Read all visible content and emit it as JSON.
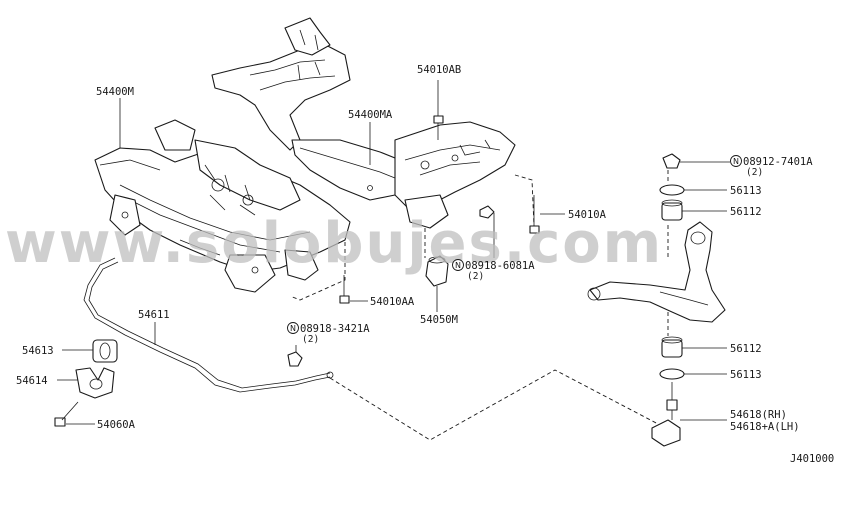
{
  "watermark": "www.solobujes.com",
  "drawing_code": "J401000",
  "nut_symbol": "N",
  "labels": {
    "p54400M": "54400M",
    "p54400MA": "54400MA",
    "p54010AB": "54010AB",
    "p54010A": "54010A",
    "p54010AA": "54010AA",
    "p54050M": "54050M",
    "n08918_6081A": "08918-6081A",
    "n08918_6081A_qty": "(2)",
    "p54611": "54611",
    "p54613": "54613",
    "p54614": "54614",
    "p54060A": "54060A",
    "n08918_3421A": "08918-3421A",
    "n08918_3421A_qty": "(2)",
    "n08912_7401A": "08912-7401A",
    "n08912_7401A_qty": "(2)",
    "p56113_top": "56113",
    "p56112_top": "56112",
    "p56112_bot": "56112",
    "p56113_bot": "56113",
    "p54618_rh": "54618(RH)",
    "p54618_lh": "54618+A(LH)"
  }
}
